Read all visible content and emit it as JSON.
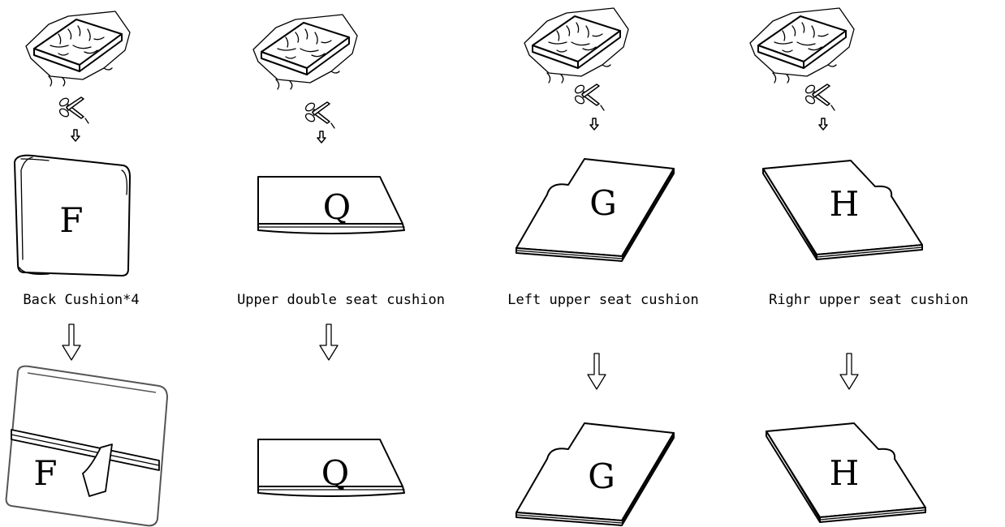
{
  "columns": [
    {
      "letter": "F",
      "caption": "Back Cushion*4"
    },
    {
      "letter": "Q",
      "caption": "Upper double seat cushion"
    },
    {
      "letter": "G",
      "caption": "Left upper seat cushion"
    },
    {
      "letter": "H",
      "caption": "Righr upper seat cushion"
    }
  ],
  "icons": [
    "packaged-cushion-icon",
    "scissors-icon",
    "down-arrow-icon",
    "hollow-down-arrow-icon",
    "zipper-tab-icon"
  ]
}
